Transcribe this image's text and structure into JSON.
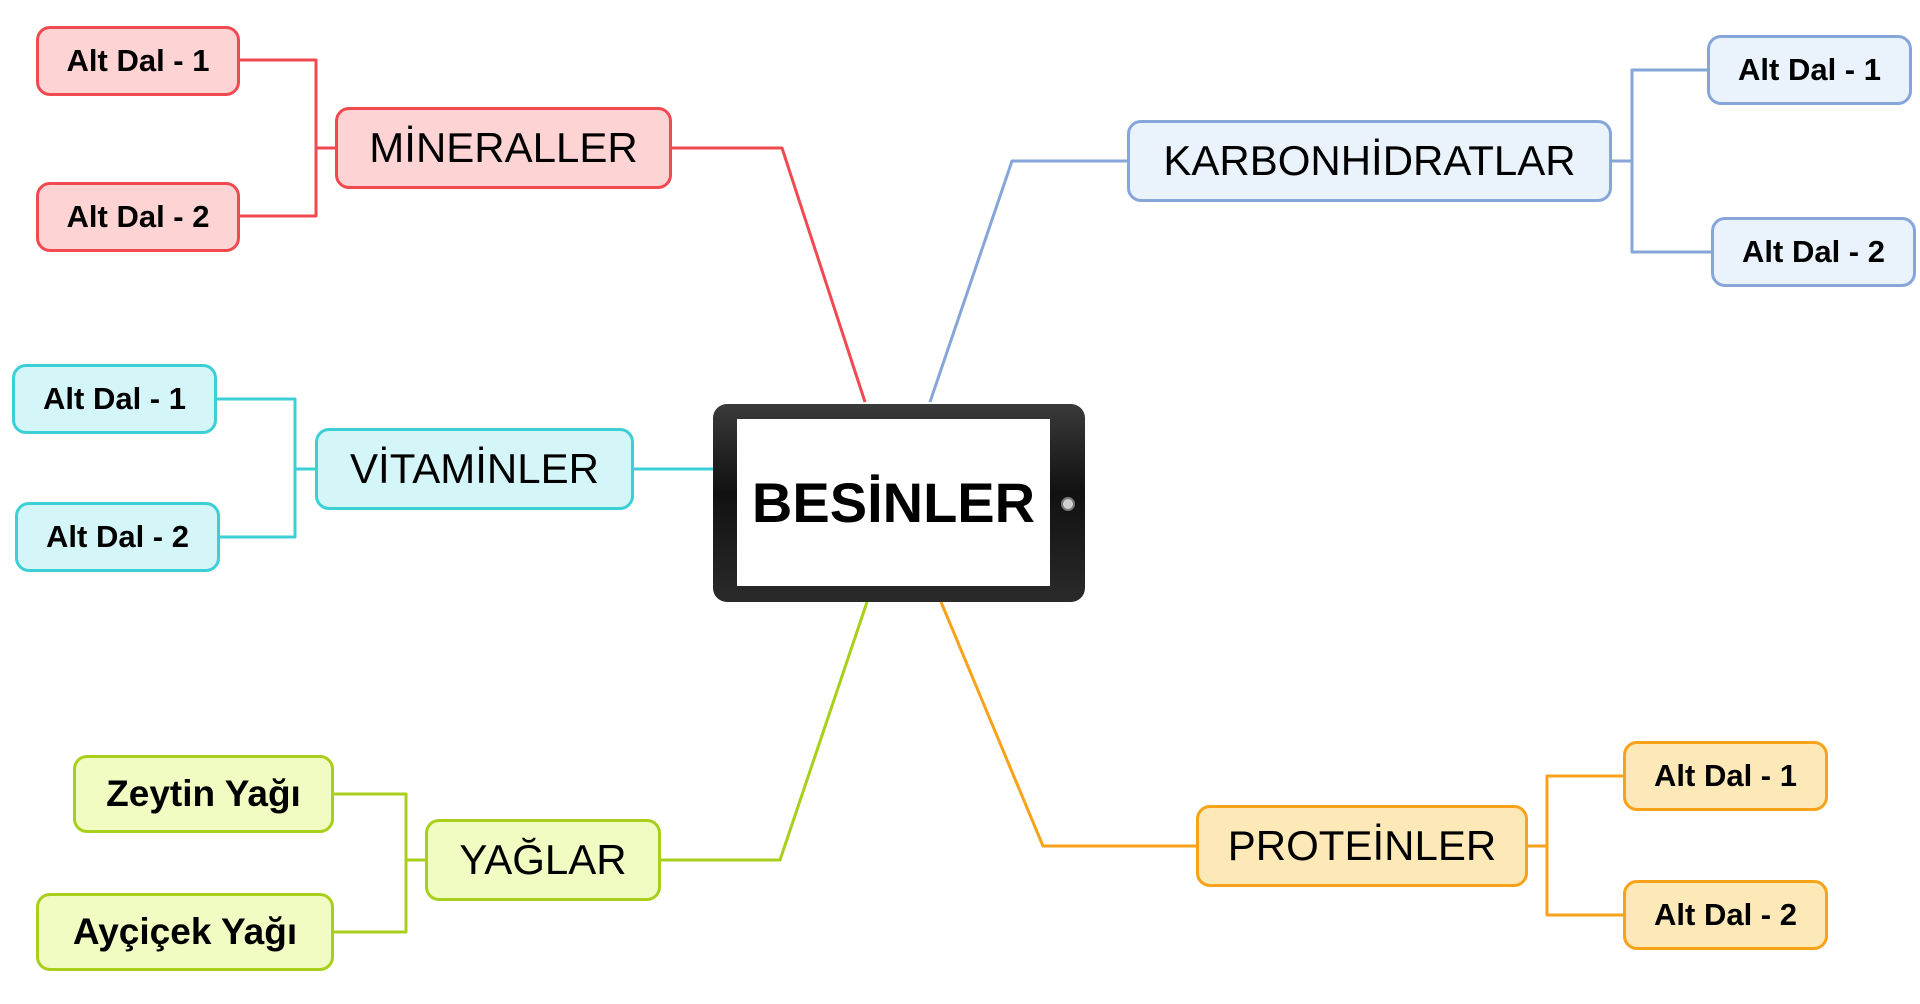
{
  "center": {
    "label": "BESİNLER"
  },
  "branches": {
    "mineraller": {
      "label": "MİNERALLER",
      "color": "#f04a50",
      "children": [
        "Alt Dal - 1",
        "Alt Dal - 2"
      ]
    },
    "karbonhidratlar": {
      "label": "KARBONHİDRATLAR",
      "color": "#86a5d9",
      "children": [
        "Alt Dal - 1",
        "Alt Dal - 2"
      ]
    },
    "vitaminler": {
      "label": "VİTAMİNLER",
      "color": "#3ccfd5",
      "children": [
        "Alt Dal - 1",
        "Alt Dal - 2"
      ]
    },
    "yaglar": {
      "label": "YAĞLAR",
      "color": "#a8cf1c",
      "children": [
        "Zeytin Yağı",
        "Ayçiçek Yağı"
      ]
    },
    "proteinler": {
      "label": "PROTEİNLER",
      "color": "#f8a21a",
      "children": [
        "Alt Dal - 1",
        "Alt Dal - 2"
      ]
    }
  }
}
